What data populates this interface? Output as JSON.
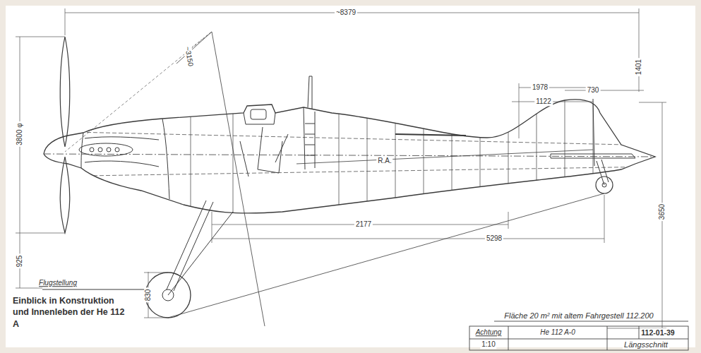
{
  "diagram": {
    "caption": "Einblick in Konstruktion und Innenleben der He 112 A",
    "labels": [
      "~8379",
      "~3150",
      "3800 φ",
      "3650",
      "925",
      "830",
      "2177",
      "5298",
      "1978",
      "730",
      "1122",
      "1401",
      "R.A.",
      "Flugstellung",
      "Fläche 20 m² mit altem Fahrgestell 112.200",
      "Achtung",
      "1:10",
      "He 112 A-0",
      "112-01-39",
      "Längsschnitt"
    ]
  }
}
